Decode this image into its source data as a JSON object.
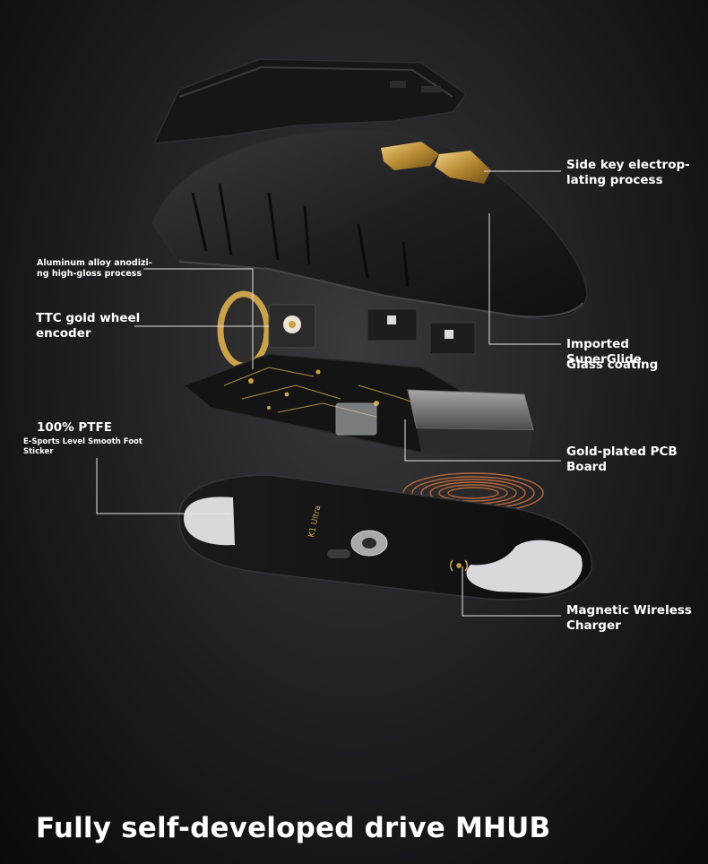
{
  "labels": {
    "side_key": "Side key electrop-\nlating process",
    "aluminum": "Aluminum alloy anodizi-\nng high-gloss process",
    "ttc_wheel": "TTC gold wheel\nencoder",
    "superglide_1": "Imported SuperGlide",
    "superglide_2": "Glass coating",
    "ptfe_title": "100% PTFE",
    "ptfe_sub": "E-Sports Level Smooth Foot\nSticker",
    "pcb": "Gold-plated PCB\nBoard",
    "charger": "Magnetic Wireless\nCharger"
  },
  "product_text": {
    "model": "K1 Ultra"
  },
  "headline": "Fully self-developed drive MHUB",
  "colors": {
    "gold": "#c9a24a",
    "shell": "#1e1e20",
    "pcb": "#151515",
    "copper": "#b8683a",
    "feet": "#d9d9db"
  }
}
